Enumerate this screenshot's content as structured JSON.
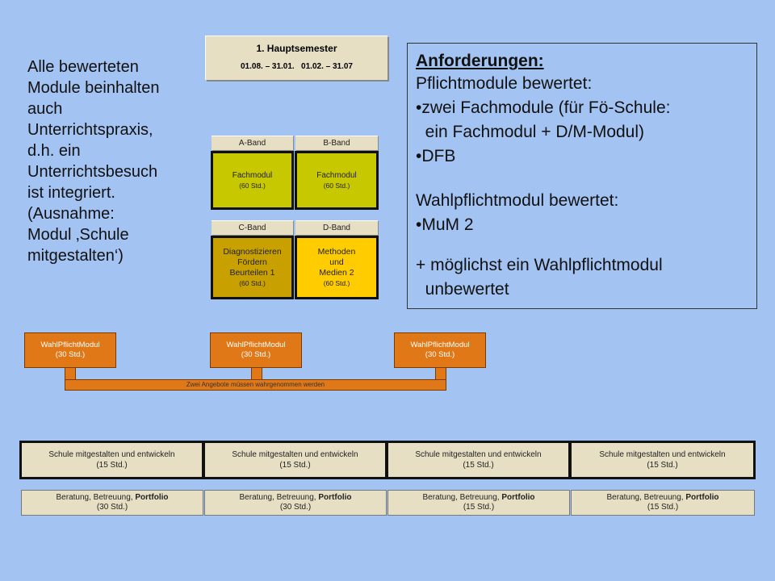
{
  "left_note": {
    "lines": [
      "Alle bewerteten",
      "Module beinhalten",
      "auch",
      "Unterrichtspraxis,",
      "d.h. ein",
      "Unterrichtsbesuch",
      "ist integriert.",
      "(Ausnahme:",
      "Modul ‚Schule",
      "mitgestalten‘)"
    ]
  },
  "semester": {
    "title": "1. Hauptsemester",
    "dates": "01.08. – 31.01.   01.02. – 31.07"
  },
  "bands": {
    "a": {
      "label": "A-Band",
      "module": "Fachmodul",
      "hours": "(60 Std.)"
    },
    "b": {
      "label": "B-Band",
      "module": "Fachmodul",
      "hours": "(60 Std.)"
    },
    "c": {
      "label": "C-Band",
      "lines": [
        "Diagnostizieren",
        "Fördern",
        "Beurteilen 1"
      ],
      "hours": "(60 Std.)"
    },
    "d": {
      "label": "D-Band",
      "lines": [
        "Methoden",
        "und",
        "Medien 2"
      ],
      "hours": "(60 Std.)"
    }
  },
  "requirements": {
    "title": "Anforderungen:",
    "lines": [
      "Pflichtmodule bewertet:",
      "•zwei Fachmodule (für Fö-Schule:",
      "  ein Fachmodul + D/M-Modul)",
      "•DFB",
      "Wahlpflichtmodul bewertet:",
      "•MuM 2",
      "+ möglichst ein Wahlpflichtmodul",
      "  unbewertet"
    ]
  },
  "wahlpflicht": {
    "label": "WahlPflichtModul",
    "hours": "(30 Std.)",
    "connector_text": "Zwei Angebote müssen wahrgenommen werden"
  },
  "schule": {
    "label": "Schule mitgestalten und entwickeln",
    "hours": "(15 Std.)"
  },
  "beratung": {
    "label": "Beratung, Betreuung, ",
    "label_bold": "Portfolio",
    "items": [
      {
        "hours": "(30 Std.)"
      },
      {
        "hours": "(30 Std.)"
      },
      {
        "hours": "(15 Std.)"
      },
      {
        "hours": "(15 Std.)"
      }
    ]
  },
  "colors": {
    "background": "#a3c3f2",
    "beige": "#e6dfc4",
    "olive": "#c8c800",
    "gold": "#c8a000",
    "yellow": "#ffcc00",
    "orange": "#e07818"
  }
}
